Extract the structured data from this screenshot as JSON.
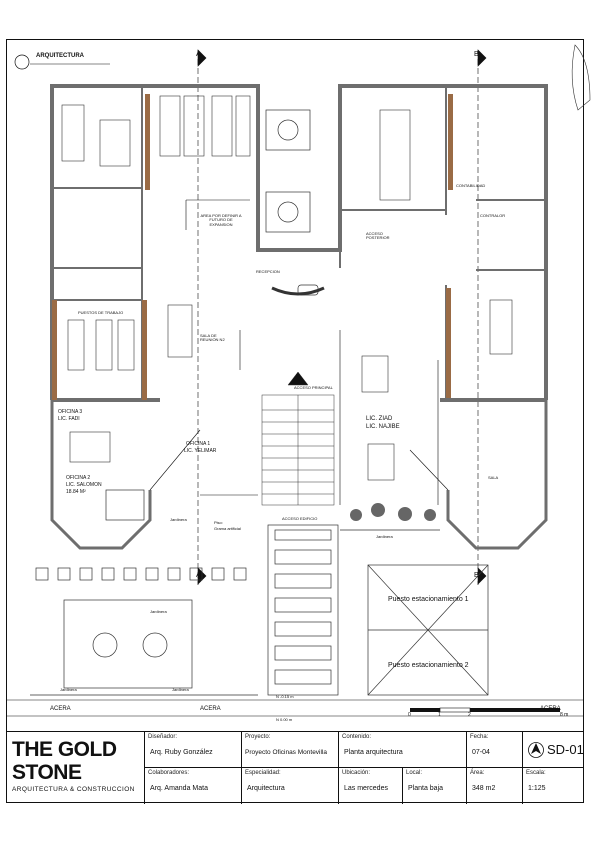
{
  "header": {
    "section": "ARQUITECTURA"
  },
  "section_marks": {
    "a": "A",
    "b": "B"
  },
  "rooms": {
    "area_por_definir": "AREA POR DEFINIR A FUTURO DE EXPANSION",
    "acceso_posterior": "ACCESO POSTERIOR",
    "recepcion": "RECEPCION",
    "puestos_de_trabajo": "PUESTOS DE TRABAJO",
    "sala_de_reunion_2": "SALA DE REUNION N2",
    "acceso_principal": "ACCESO PRINCIPAL",
    "lic_ziad": "LIC. ZIAD",
    "lic_najibe": "LIC. NAJIBE",
    "oficina_3": "OFICINA 3",
    "lic_fadi": "LIC. FADI",
    "oficina_2": "OFICINA 2",
    "lic_salomon": "LIC. SALOMON",
    "oficina_2_area": "18.84 M²",
    "oficina_1": "OFICINA 1",
    "lic_yelimar": "LIC. YELIMAR",
    "contabilidad": "CONTABILIDAD",
    "contralor": "CONTRALOR",
    "sala": "SALA",
    "acceso_edificio": "ACCESO EDIFICIO",
    "piso": "Piso:",
    "grama": "Grama artificial",
    "jardinera_1": "Jardinera",
    "jardinera_2": "Jardinera",
    "jardinera_3": "Jardinera",
    "jardinera_4": "Jardinera",
    "jardinera_5": "Jardinera",
    "puesto_1": "Puesto estacionamiento 1",
    "puesto_2": "Puesto estacionamiento 2",
    "nivel_1": "N -0.15 m",
    "nivel_2": "N 0.00 m",
    "acera_1": "ACERA",
    "acera_2": "ACERA",
    "acera_3": "ACERA"
  },
  "scale_bar": {
    "t0": "0",
    "t1": "1",
    "t2": "2",
    "t8": "8 m"
  },
  "title_block": {
    "brand_line1": "THE GOLD",
    "brand_line2": "STONE",
    "brand_line3": "ARQUITECTURA & CONSTRUCCION",
    "disenador_label": "Diseñador:",
    "disenador": "Arq. Ruby González",
    "proyecto_label": "Proyecto:",
    "proyecto": "Proyecto Oficinas Montevilla",
    "contenido_label": "Contenido:",
    "contenido": "Planta arquitectura",
    "fecha_label": "Fecha:",
    "fecha": "07-04",
    "sheet": "SD-01",
    "colaboradores_label": "Colaboradores:",
    "colaboradores": "Arq. Amanda Mata",
    "especialidad_label": "Especialidad:",
    "especialidad": "Arquitectura",
    "ubicacion_label": "Ubicación:",
    "ubicacion": "Las mercedes",
    "local_label": "Local:",
    "local": "Planta baja",
    "area_label": "Área:",
    "area": "348 m2",
    "escala_label": "Escala:",
    "escala": "1:125"
  },
  "colors": {
    "wall": "#6e6e6e",
    "wood": "#9a6b45",
    "line": "#111111"
  }
}
